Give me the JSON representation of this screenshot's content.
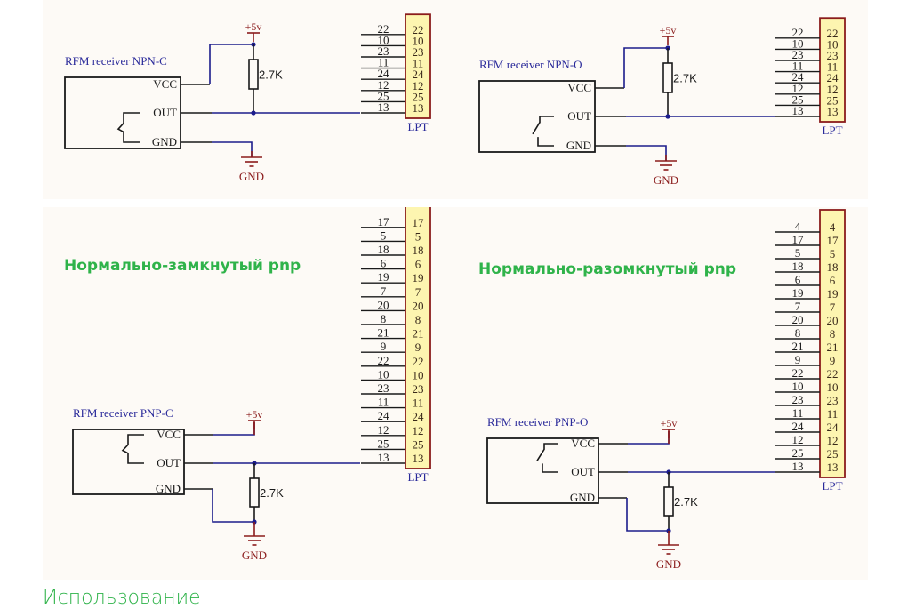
{
  "colors": {
    "panel_bg": "#fdfaf6",
    "wire_black": "#1a1a1a",
    "wire_blue": "#1c1c8c",
    "power_red": "#8b1c1c",
    "label_blue": "#2a2a9a",
    "connector_fill": "#fdf5b0",
    "connector_border": "#8b1c1c",
    "caption_green": "#2fb34a"
  },
  "circuits": [
    {
      "id": "npn-c",
      "receiver_label": "RFM receiver NPN-C",
      "pins": [
        "VCC",
        "OUT",
        "GND"
      ],
      "contact": "closed",
      "power_label": "+5v",
      "ground_label": "GND",
      "resistor_label": "2.7K",
      "resistor_role": "pull-up",
      "connector_label": "LPT",
      "connector_pins_visible": [
        "22",
        "10",
        "23",
        "11",
        "24",
        "12",
        "25",
        "13"
      ],
      "connected_pin": "13"
    },
    {
      "id": "npn-o",
      "receiver_label": "RFM receiver NPN-O",
      "pins": [
        "VCC",
        "OUT",
        "GND"
      ],
      "contact": "open",
      "power_label": "+5v",
      "ground_label": "GND",
      "resistor_label": "2.7K",
      "resistor_role": "pull-up",
      "connector_label": "LPT",
      "connector_pins_visible": [
        "22",
        "10",
        "23",
        "11",
        "24",
        "12",
        "25",
        "13"
      ],
      "connected_pin": "13"
    },
    {
      "id": "pnp-c",
      "caption": "Нормально-замкнутый pnp",
      "receiver_label": "RFM receiver PNP-C",
      "pins": [
        "VCC",
        "OUT",
        "GND"
      ],
      "contact": "closed",
      "power_label": "+5v",
      "ground_label": "GND",
      "resistor_label": "2.7K",
      "resistor_role": "pull-down",
      "connector_label": "LPT",
      "connector_pins_visible": [
        "17",
        "5",
        "18",
        "6",
        "19",
        "7",
        "20",
        "8",
        "21",
        "9",
        "22",
        "10",
        "23",
        "11",
        "24",
        "12",
        "25",
        "13"
      ],
      "connected_pin": "13"
    },
    {
      "id": "pnp-o",
      "caption": "Нормально-разомкнутый pnp",
      "receiver_label": "RFM receiver PNP-O",
      "pins": [
        "VCC",
        "OUT",
        "GND"
      ],
      "contact": "open",
      "power_label": "+5v",
      "ground_label": "GND",
      "resistor_label": "2.7K",
      "resistor_role": "pull-down",
      "connector_label": "LPT",
      "connector_pins_visible": [
        "4",
        "17",
        "5",
        "18",
        "6",
        "19",
        "7",
        "20",
        "8",
        "21",
        "9",
        "22",
        "10",
        "23",
        "11",
        "24",
        "12",
        "25",
        "13"
      ],
      "connected_pin": "13"
    }
  ],
  "footer": {
    "heading": "Использование"
  }
}
